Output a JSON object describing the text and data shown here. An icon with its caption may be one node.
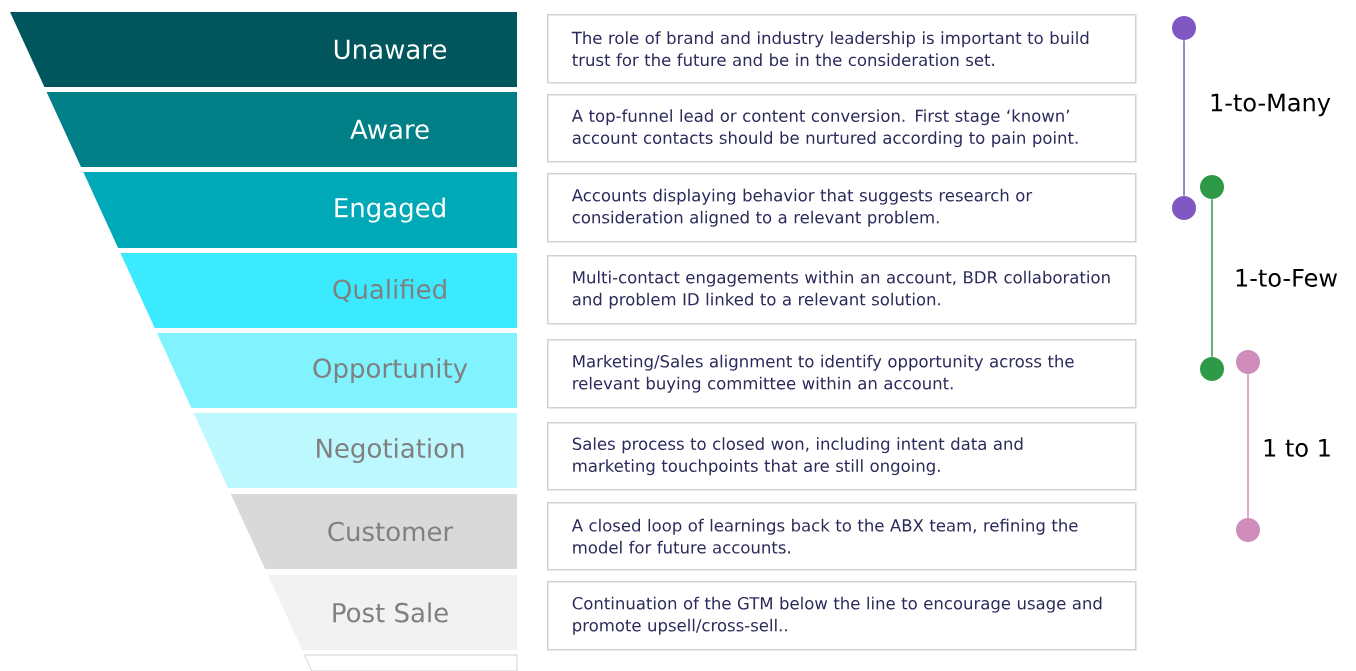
{
  "diagram": {
    "nodes": [
      {
        "text": [
          "Unaware"
        ]
      },
      {
        "text": [
          "Aware"
        ]
      },
      {
        "text": [
          "Engaged"
        ]
      },
      {
        "text": [
          "Qualified"
        ]
      },
      {
        "text": [
          "Opportunity"
        ]
      },
      {
        "text": [
          "Negotiation"
        ]
      },
      {
        "text": [
          "Customer"
        ]
      },
      {
        "text": [
          "Post Sale"
        ]
      },
      {
        "text": [],
        "shape": "box"
      },
      {
        "text": [
          "The role of brand and industry leadership is important to build trust for the future and be in the consideration set."
        ]
      },
      {
        "text": [
          "A top-funnel lead or content conversion. First stage ‘known’ account contacts should be nurtured according to pain point."
        ]
      },
      {
        "text": [
          "Accounts displaying behavior that suggests research or consideration aligned to a relevant problem."
        ]
      },
      {
        "text": [
          "Multi-contact engagements within an account, BDR collaboration and problem ID linked to a relevant solution."
        ]
      },
      {
        "text": [
          "Marketing/Sales alignment to identify opportunity across the relevant buying committee within an account."
        ]
      },
      {
        "text": [
          "Sales process to closed won, including intent data and marketing touchpoints that are still ongoing."
        ]
      },
      {
        "text": [
          "A closed loop of learnings back to the ABX team, refining the model for future accounts."
        ]
      },
      {
        "text": [
          "Continuation of the GTM below the line to encourage usage and promote upsell/cross-sell.."
        ]
      },
      {
        "text": [],
        "shape": "circle"
      },
      {
        "text": [],
        "shape": "circle"
      },
      {
        "text": [],
        "shape": "circle"
      },
      {
        "text": [],
        "shape": "circle"
      },
      {
        "text": [],
        "shape": "circle"
      },
      {
        "text": [],
        "shape": "circle"
      }
    ],
    "edges": [
      {
        "from": 17,
        "to": 18,
        "arrow": "none",
        "color": "#7e57c2"
      },
      {
        "from": 19,
        "to": 20,
        "arrow": "none",
        "color": "#2e9a48"
      },
      {
        "from": 21,
        "to": 22,
        "arrow": "none",
        "color": "#d08cbb"
      }
    ],
    "labels": [
      "1-to-Many",
      "1-to-Few",
      "1 to 1"
    ]
  }
}
